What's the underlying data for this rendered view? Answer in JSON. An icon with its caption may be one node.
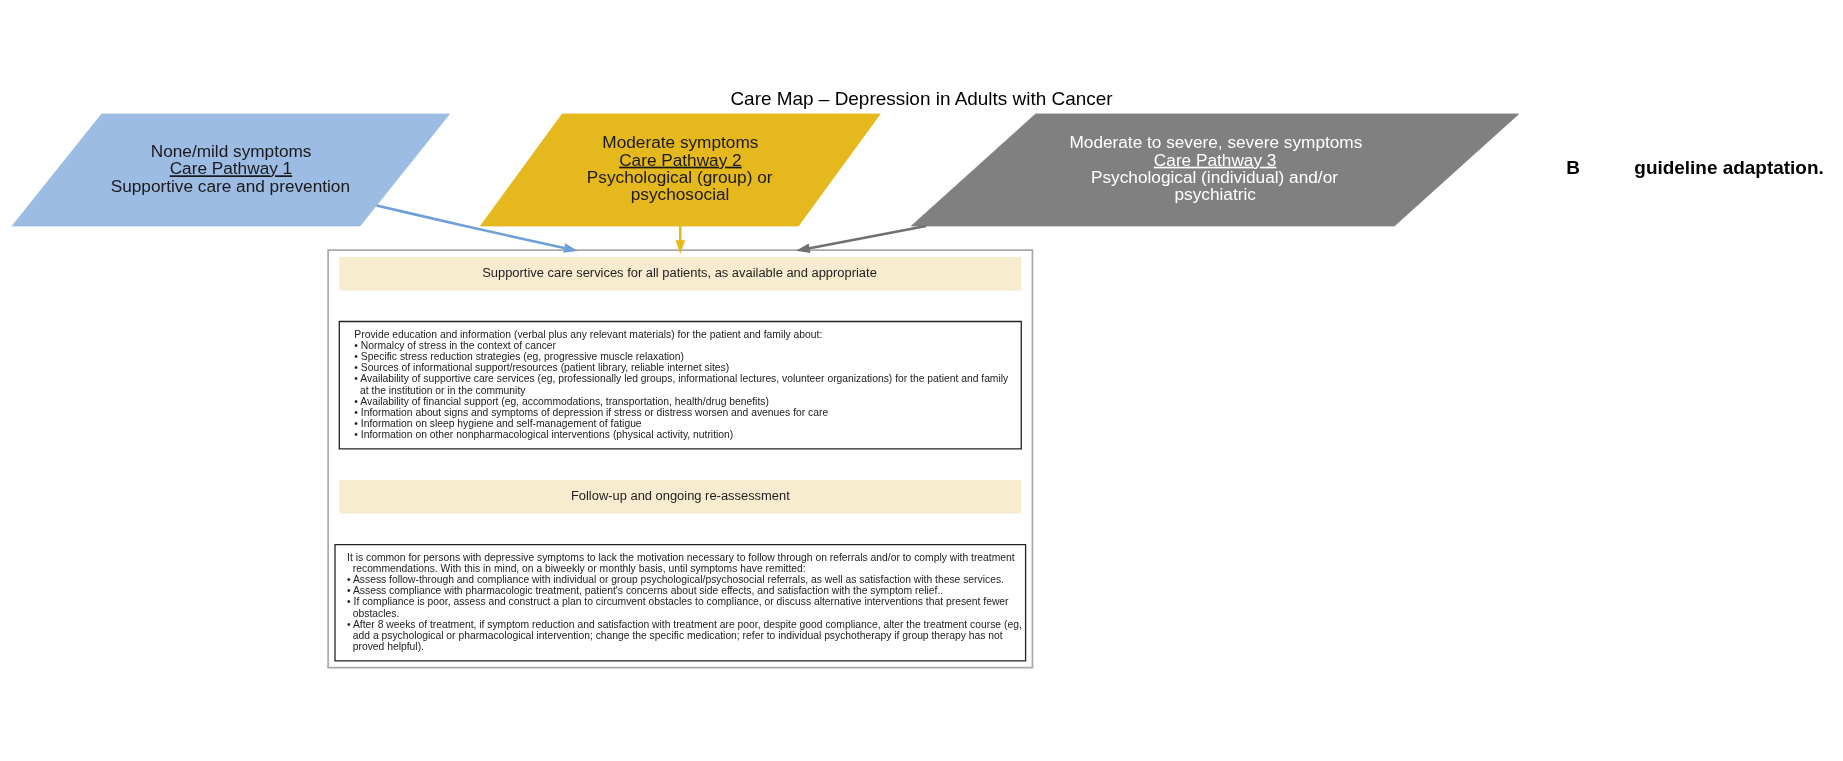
{
  "diagram": {
    "title": "Care Map – Depression in Adults with Cancer",
    "nodes": [
      {
        "text": [
          "None/mild symptoms",
          "Care Pathway 1",
          "Supportive care and prevention"
        ]
      },
      {
        "text": [
          "Moderate symptoms",
          "Care Pathway 2",
          "Psychological (group) or psychosocial"
        ]
      },
      {
        "text": [
          "Moderate to severe, severe symptoms",
          "Care Pathway 3",
          "Psychological (individual) and/or psychiatric"
        ]
      },
      {
        "text": [],
        "shape": "box"
      },
      {
        "text": [
          "Supportive care services for all patients, as available and appropriate"
        ],
        "in": 3
      },
      {
        "text": [
          "Provide education and information (verbal plus any relevant materials) for the patient and family about:",
          "• Normalcy of stress in the context of cancer",
          "• Specific stress reduction strategies (eg, progressive muscle relaxation)",
          "• Sources of informational support/resources (patient library, reliable internet sites)",
          "• Availability of supportive care services (eg, professionally led groups, informational lectures, volunteer organizations) for the patient and family at the institution or in the community",
          "• Availability of financial support (eg, accommodations, transportation, health/drug benefits)",
          "• Information about signs and symptoms of depression if stress or distress worsen and avenues for care",
          "• Information on sleep hygiene and self-management of fatigue",
          "• Information on other nonpharmacological interventions (physical activity, nutrition)"
        ],
        "in": 3
      },
      {
        "text": [
          "Follow-up and ongoing re-assessment"
        ],
        "in": 3
      },
      {
        "text": [
          "It is common for persons with depressive symptoms to lack the motivation necessary to follow through on referrals and/or to comply with treatment recommendations. With this in mind, on a biweekly or monthly basis, until symptoms have remitted:",
          "• Assess follow-through and compliance with individual or group psychological/psychosocial referrals, as well as satisfaction with these services.",
          "• Assess compliance with pharmacologic treatment, patient's concerns about side effects, and satisfaction with the symptom relief..",
          "• If compliance is poor, assess and construct a plan to circumvent obstacles to compliance, or discuss alternative interventions that present fewer obstacles.",
          "• After 8 weeks of treatment, if symptom reduction and satisfaction with treatment are poor, despite good compliance, alter the treatment course (eg, add a psychological or pharmacological intervention; change the specific medication; refer to individual psychotherapy if group therapy has not proved helpful)."
        ],
        "in": 3
      }
    ],
    "edges": [
      {
        "from": 0,
        "to": 3,
        "arrow": "to",
        "color": "#6f9fd8"
      },
      {
        "from": 1,
        "to": 3,
        "arrow": "to",
        "color": "#e5b81d"
      },
      {
        "from": 2,
        "to": 3,
        "arrow": "to",
        "color": "#707070"
      }
    ],
    "labels": [
      "B",
      "guideline adaptation."
    ]
  }
}
